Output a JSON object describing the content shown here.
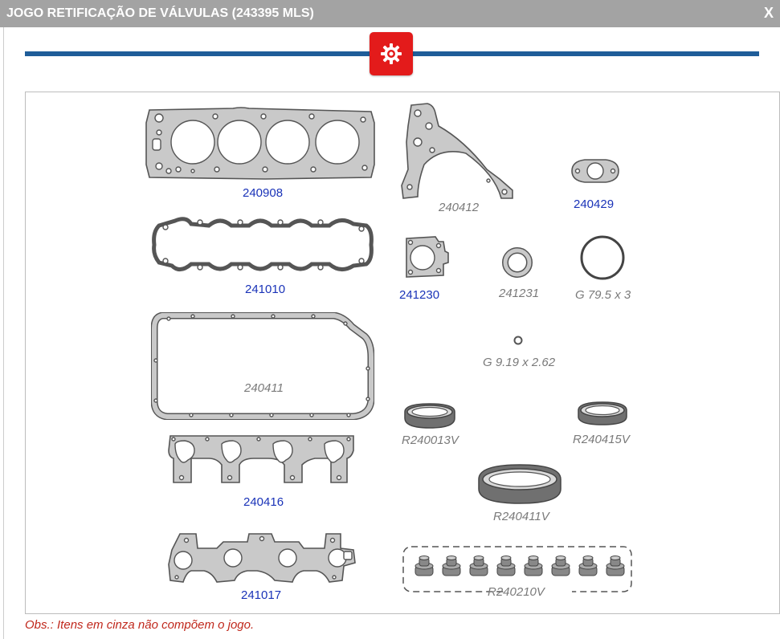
{
  "dialog": {
    "title": "JOGO RETIFICAÇÃO DE VÁLVULAS (243395 MLS)",
    "close_label": "X"
  },
  "colors": {
    "titlebar": "#a3a3a3",
    "accent_line": "#1f5d99",
    "gear_button": "#e31b1b",
    "included_label": "#1a33b8",
    "excluded_label": "#7a7a7a",
    "obs_text": "#c0281c"
  },
  "parts": {
    "p240908": {
      "code": "240908",
      "included": true
    },
    "p240412": {
      "code": "240412",
      "included": false
    },
    "p240429": {
      "code": "240429",
      "included": true
    },
    "p241010": {
      "code": "241010",
      "included": true
    },
    "p241230": {
      "code": "241230",
      "included": true
    },
    "p241231": {
      "code": "241231",
      "included": false
    },
    "pG795": {
      "code": "G 79.5 x 3",
      "included": false
    },
    "p240411": {
      "code": "240411",
      "included": false
    },
    "pG919": {
      "code": "G 9.19 x 2.62",
      "included": false
    },
    "pR240013V": {
      "code": "R240013V",
      "included": false
    },
    "pR240415V": {
      "code": "R240415V",
      "included": false
    },
    "p240416": {
      "code": "240416",
      "included": true
    },
    "pR240411V": {
      "code": "R240411V",
      "included": false
    },
    "p241017": {
      "code": "241017",
      "included": true
    },
    "pR240210V": {
      "code": "R240210V",
      "included": false
    }
  },
  "obs": "Obs.: Itens em cinza não compõem o jogo."
}
